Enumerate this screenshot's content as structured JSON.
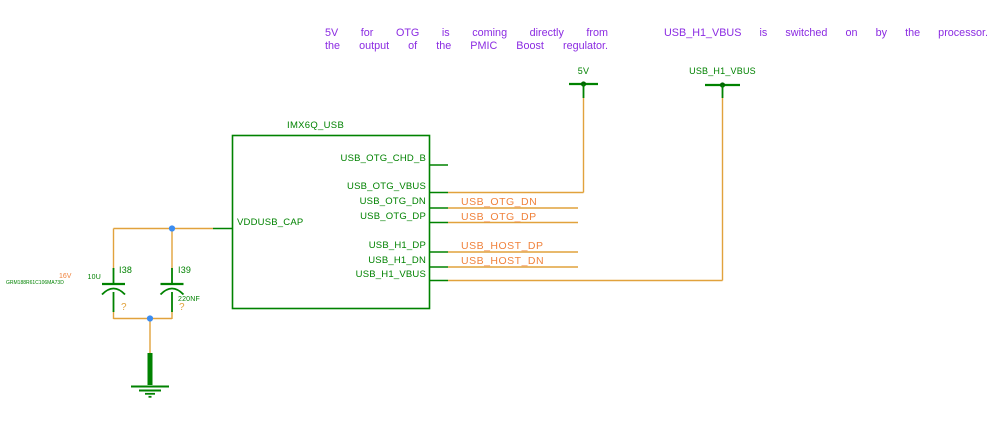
{
  "colors": {
    "schematic_green": "#008200",
    "wire_orange": "#E1A23C",
    "net_label_orange": "#F0823C",
    "annotation_purple": "#8B2BE2",
    "junction_blue": "#3C8CF0",
    "background": "#FFFFFF"
  },
  "annotations": {
    "left": {
      "line1": "5V for OTG is coming directly from",
      "line2": "the output of the PMIC Boost regulator."
    },
    "right": {
      "line1": "USB_H1_VBUS is switched on by the processor."
    }
  },
  "power_symbols": [
    {
      "label": "5V"
    },
    {
      "label": "USB_H1_VBUS"
    }
  ],
  "component": {
    "title": "IMX6Q_USB",
    "left_pins": [
      "VDDUSB_CAP"
    ],
    "right_pins": [
      "USB_OTG_CHD_B",
      "USB_OTG_VBUS",
      "USB_OTG_DN",
      "USB_OTG_DP",
      "USB_H1_DP",
      "USB_H1_DN",
      "USB_H1_VBUS"
    ]
  },
  "net_labels": [
    "USB_OTG_DN",
    "USB_OTG_DP",
    "USB_HOST_DP",
    "USB_HOST_DN"
  ],
  "capacitors": [
    {
      "ref": "I38",
      "value": "10U",
      "voltage": "16V",
      "part_number": "GRM188R61C106MA73D",
      "unknown": "?"
    },
    {
      "ref": "I39",
      "value": "220NF",
      "unknown": "?"
    }
  ]
}
